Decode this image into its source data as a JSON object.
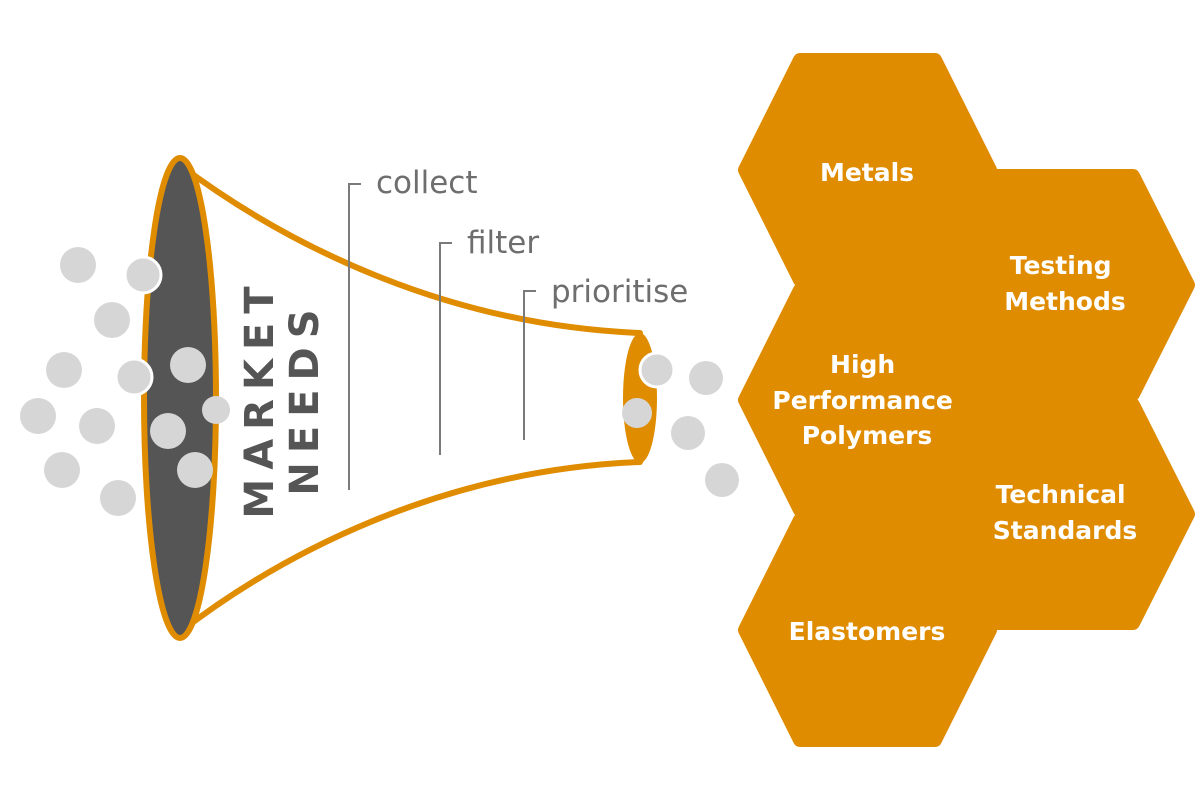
{
  "funnel": {
    "title_line1": "MARKET",
    "title_line2": "NEEDS"
  },
  "steps": [
    {
      "label": "collect"
    },
    {
      "label": "filter"
    },
    {
      "label": "prioritise"
    }
  ],
  "categories": [
    {
      "lines": [
        "Metals"
      ]
    },
    {
      "lines": [
        "Testing",
        "Methods"
      ]
    },
    {
      "lines": [
        "High",
        "Performance",
        "Polymers"
      ]
    },
    {
      "lines": [
        "Technical",
        "Standards"
      ]
    },
    {
      "lines": [
        "Elastomers"
      ]
    }
  ],
  "colors": {
    "accent": "#E08C00",
    "funnel_mouth": "#555555",
    "particle": "#d6d6d6",
    "step_line": "#7a7a7a",
    "step_text": "#6e6e6e"
  }
}
